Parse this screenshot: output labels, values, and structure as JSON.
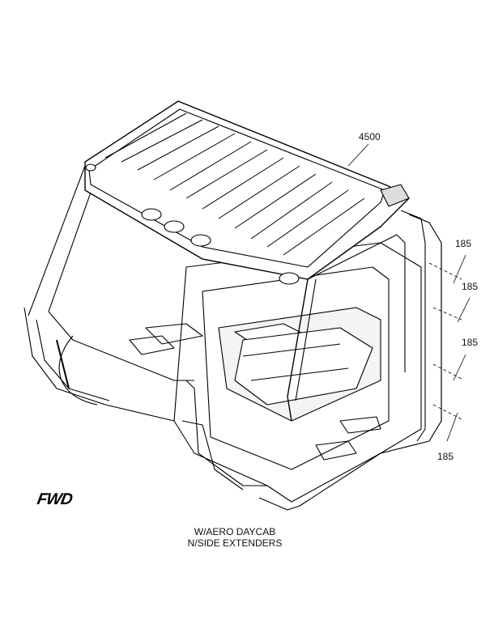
{
  "callouts": {
    "roof": "4500",
    "ext1": "185",
    "ext2": "185",
    "ext3": "185",
    "ext4": "185"
  },
  "caption": {
    "line1": "W/AERO DAYCAB",
    "line2": "N/SIDE EXTENDERS"
  },
  "direction": "FWD",
  "colors": {
    "stroke": "#000000",
    "fill": "#ffffff",
    "shade": "#d9d9d9"
  }
}
